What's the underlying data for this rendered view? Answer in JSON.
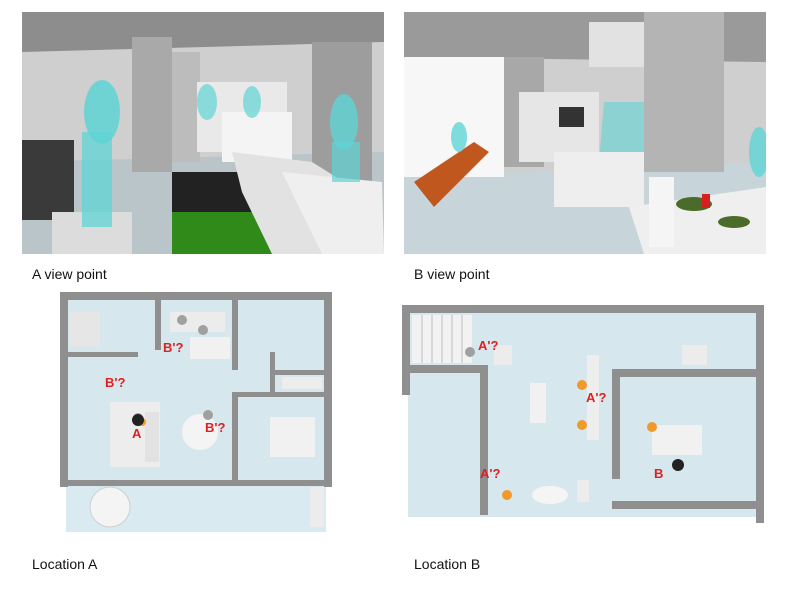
{
  "captions": {
    "view_a": "A view point",
    "view_b": "B view point",
    "location_a": "Location A",
    "location_b": "Location B"
  },
  "markers": {
    "plan_a": [
      "B'?",
      "B'?",
      "B'?",
      "A"
    ],
    "plan_b": [
      "A'?",
      "A'?",
      "A'?",
      "B"
    ]
  },
  "colors": {
    "wall": "#8f8f8f",
    "floor": "#d6e8ee",
    "marker": "#e02020",
    "human_silhouette": "#5fd4d4",
    "sofa": "#2f8a1a",
    "chair": "#c0571f"
  }
}
